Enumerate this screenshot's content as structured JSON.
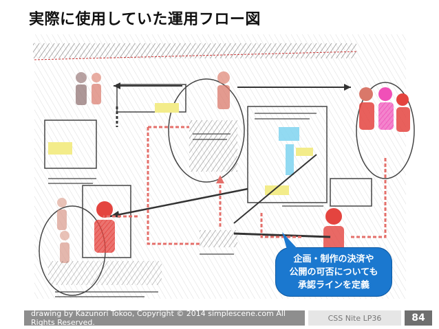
{
  "slide": {
    "title": "実際に使用していた運用フロー図"
  },
  "callout": {
    "lines": [
      "企画・制作の決済や",
      "公開の可否についても",
      "承認ラインを定義"
    ]
  },
  "footer": {
    "credit": "drawing by Kazunori Tokoo, Copyright © 2014 simplescene.com All Rights Reserved.",
    "event": "CSS Nite LP36",
    "page": "84"
  },
  "colors": {
    "callout": "#1b78cf",
    "person_red": "#e4443f",
    "person_pink": "#f050b8",
    "highlight_yellow": "#f3ec8a",
    "arrow_red": "#e46f6a"
  }
}
